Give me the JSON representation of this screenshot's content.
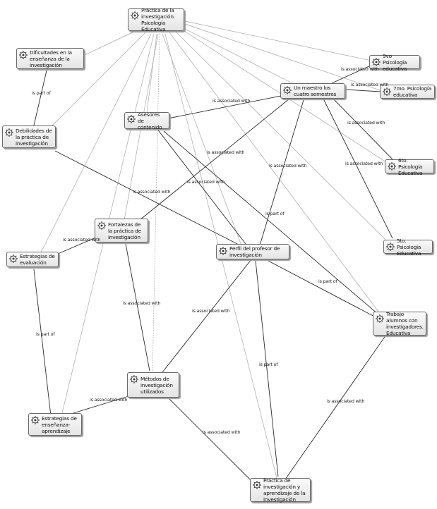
{
  "nodes": {
    "practica": "Práctica de la investigación.\nPsicología Educativa",
    "dificultades": "Dificultades en la enseñanza de la\ninvestigación",
    "debilidades": "Debilidades de la práctica de\ninvestigación",
    "asesores": "Asesores de contenido",
    "fortalezas": "Fortalezas  de la práctica de\ninvestigación",
    "estrategias_eval": "Estrategias de evaluación",
    "perfil": "Perfil del profesor de investigación",
    "metodos": "Métodos de investigación\nutilizados",
    "estrategias_ens": "Estrategias de enseñanza-\naprendizaje",
    "pract_aprend": "Práctica de investigación y\naprendizaje de la investigación",
    "trabajo": "Trabajo alumnos con\ninvestigadores. Educativa",
    "maestro": "Un maestro los cuatro semestres",
    "s9": "9vo Psicología educativa",
    "s7": "7mo. Psicología educativa",
    "s6": "6to. Psicología Educativa",
    "s5": "5to. Psicología Educativa"
  },
  "edge_labels": {
    "assoc_9vo": "is associated with",
    "assoc_7mo": "is associated with",
    "assoc_6to": "is associated with",
    "assoc_5to": "is associated with",
    "assoc_maestro_asesores": "is associated with",
    "assoc_maestro_fortalezas": "is associated with",
    "assoc_maestro_perfil": "is associated with",
    "partof_dificultades": "is part of",
    "assoc_debilidades_perfil": "is associated with",
    "assoc_asesores_perfil": "is associated with",
    "partof_trabajo": "is part of",
    "assoc_fortalezas_eval": "is associated with",
    "assoc_fortalezas_metodos": "is associated with",
    "partof_perfil_trabajo": "is part of",
    "assoc_perfil_metodos": "is associated with",
    "partof_eval": "is part of",
    "partof_perfil_pract": "is part of",
    "assoc_trabajo_pract": "is associated with",
    "assoc_estrat_metodos": "is associated with",
    "assoc_metodos_pract": "is associated with"
  },
  "icon_name": "concept-gear-icon"
}
